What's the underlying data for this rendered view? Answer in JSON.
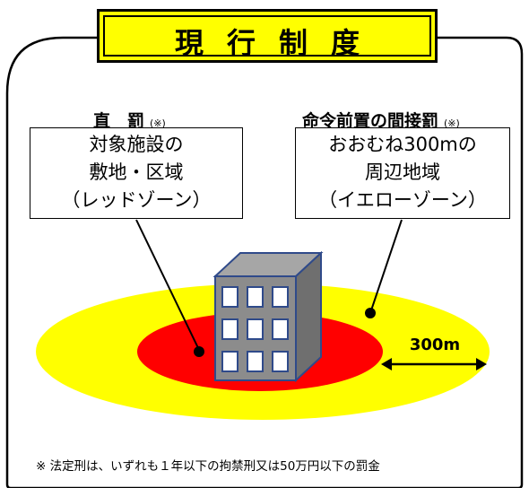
{
  "title": "現行制度",
  "direct": {
    "heading": "直　罰",
    "note": "(※)",
    "lines": [
      "対象施設の",
      "敷地・区域",
      "（レッドゾーン）"
    ]
  },
  "indirect": {
    "heading": "命令前置の間接罰",
    "note": "(※)",
    "lines": [
      "おおむね300mの",
      "周辺地域",
      "（イエローゾーン）"
    ]
  },
  "distance_label": "300m",
  "footnote": "※ 法定刑は、いずれも１年以下の拘禁刑又は50万円以下の罰金",
  "colors": {
    "yellow_zone": "#ffff00",
    "red_zone": "#ff0000",
    "building_front": "#8c8c8c",
    "building_side": "#6f6f6f",
    "building_top": "#a6a6a6",
    "window_fill": "#ffffff",
    "window_stroke": "#2f4a8a",
    "outline": "#000000"
  }
}
